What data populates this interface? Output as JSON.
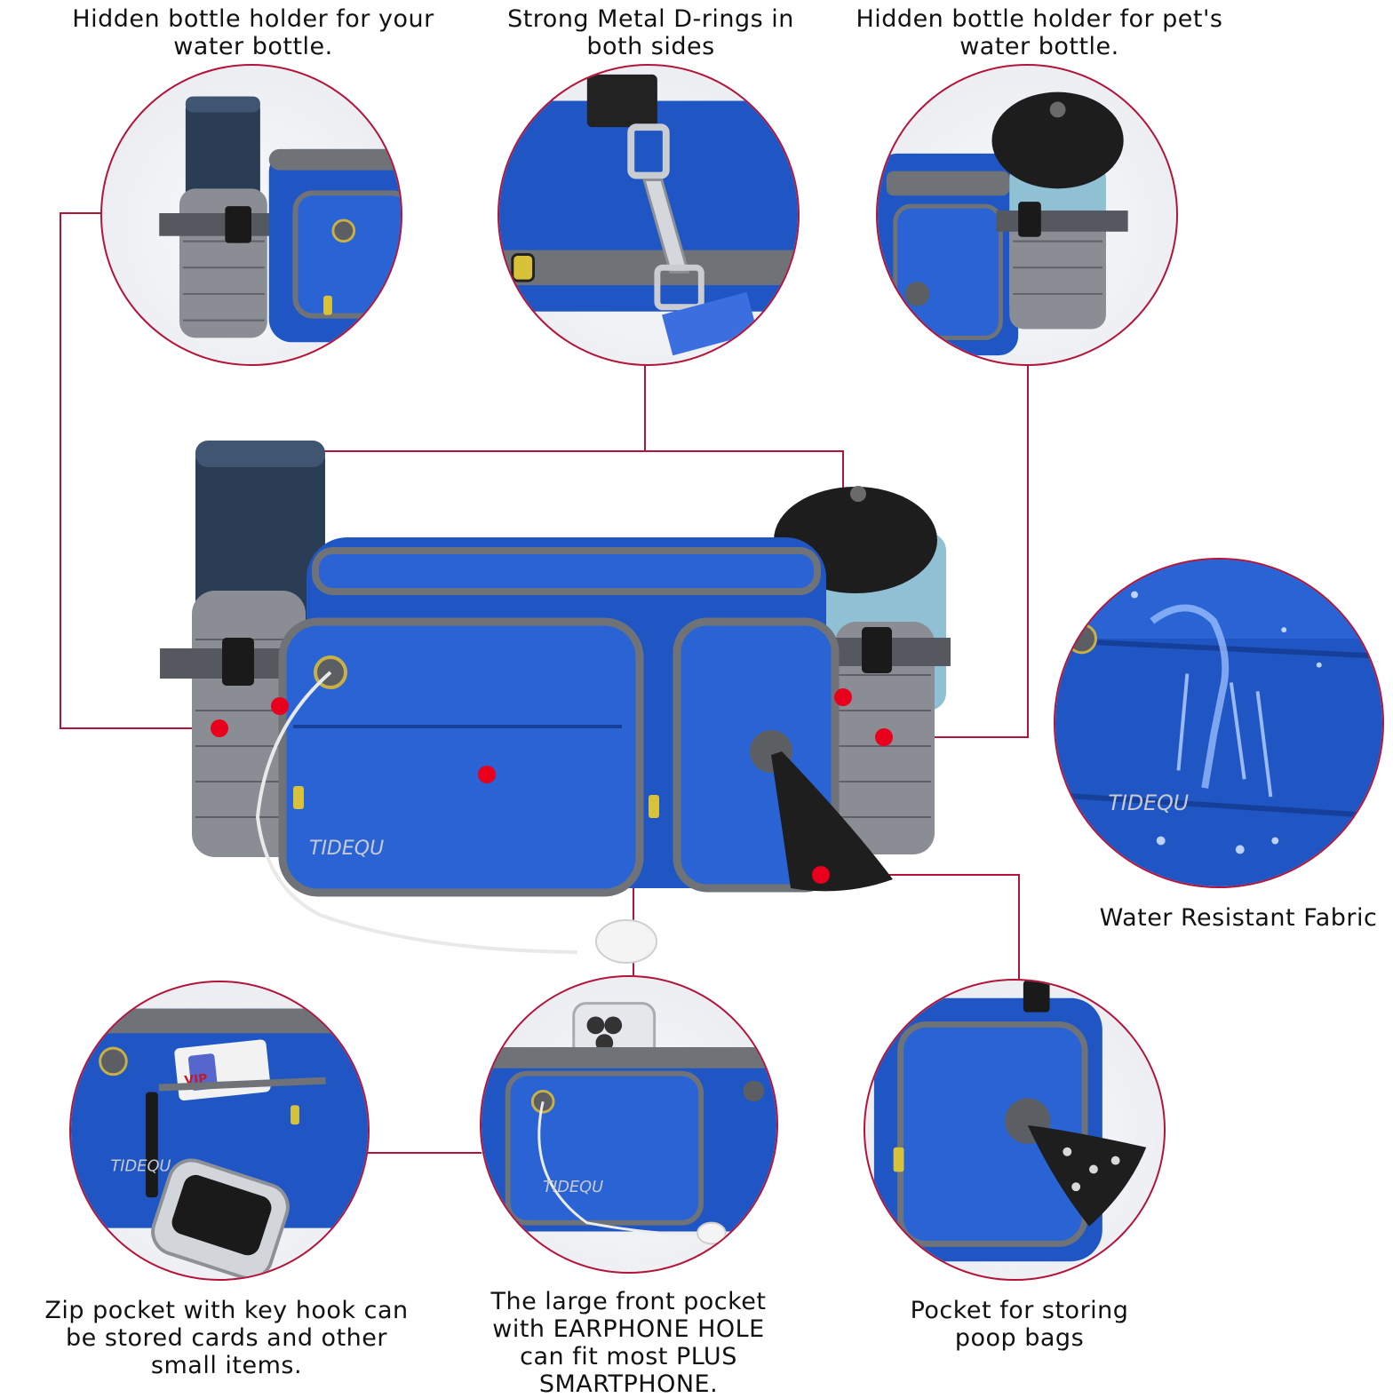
{
  "captions": {
    "bottle_user": [
      "Hidden bottle holder for your",
      "water bottle."
    ],
    "d_rings": [
      "Strong Metal D-rings in",
      "both sides"
    ],
    "bottle_pet": [
      "Hidden bottle holder for pet's",
      "water bottle."
    ],
    "water_resistant": [
      "Water Resistant Fabric"
    ],
    "zip_pocket": [
      "Zip pocket with key hook can",
      "be stored cards and other",
      "small items."
    ],
    "front_pocket": [
      "The large front pocket",
      "with EARPHONE HOLE",
      "can fit most PLUS",
      "SMARTPHONE."
    ],
    "poop_bags": [
      "Pocket for storing",
      "poop bags"
    ]
  },
  "brand": "TIDEQU",
  "card_label": "VIP",
  "colors": {
    "accent_line": "#b3143a",
    "dot": "#e8001c",
    "bag_blue": "#1f56c4",
    "bag_dark": "#163f99",
    "trim_gray": "#6f7378",
    "bottle_navy": "#2b3d55"
  }
}
